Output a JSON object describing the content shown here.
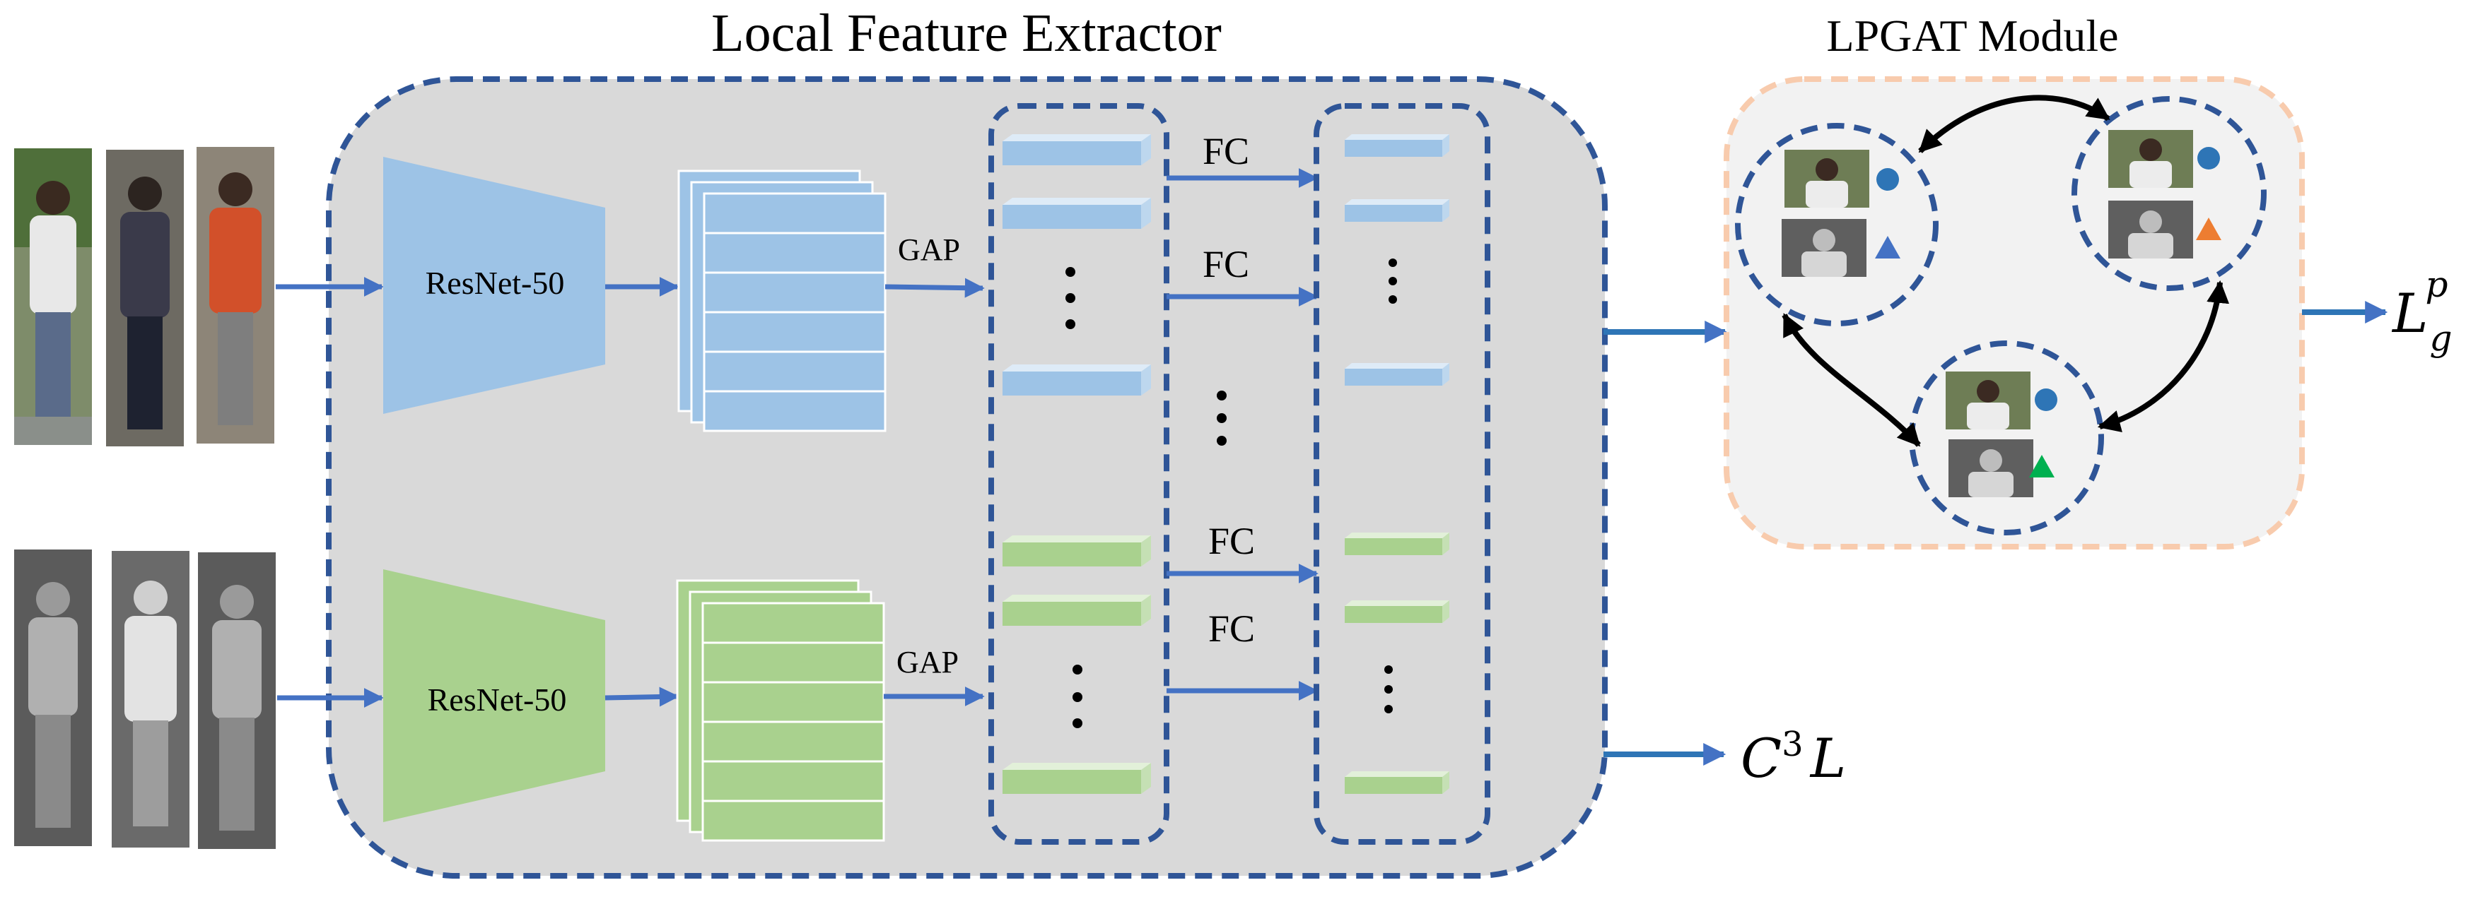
{
  "title": "Local Feature Extractor",
  "module_title": "LPGAT Module",
  "backbone_labels": [
    "ResNet-50",
    "ResNet-50"
  ],
  "pool_labels": [
    "GAP",
    "GAP"
  ],
  "fc_labels": [
    "FC",
    "FC",
    "FC",
    "FC"
  ],
  "outputs": {
    "graph_loss": {
      "base": "L",
      "sub": "g",
      "sup": "p"
    },
    "c3l": {
      "base": "C",
      "sup": "3",
      "tail": "L"
    }
  },
  "colors": {
    "visible_branch": "#9dc3e6",
    "infrared_branch": "#a9d18e",
    "dashed_border": "#2f5597",
    "arrow": "#4472c4",
    "panel_fill": "#d9d9d9",
    "module_border": "#f8cbad",
    "module_fill": "#f2f2f2",
    "triangle_blue": "#4472c4",
    "triangle_orange": "#ed7d31",
    "triangle_green": "#00b050"
  },
  "graph_nodes": [
    {
      "id": "node-1",
      "marker": "triangle-blue"
    },
    {
      "id": "node-2",
      "marker": "triangle-orange"
    },
    {
      "id": "node-3",
      "marker": "triangle-green"
    }
  ]
}
